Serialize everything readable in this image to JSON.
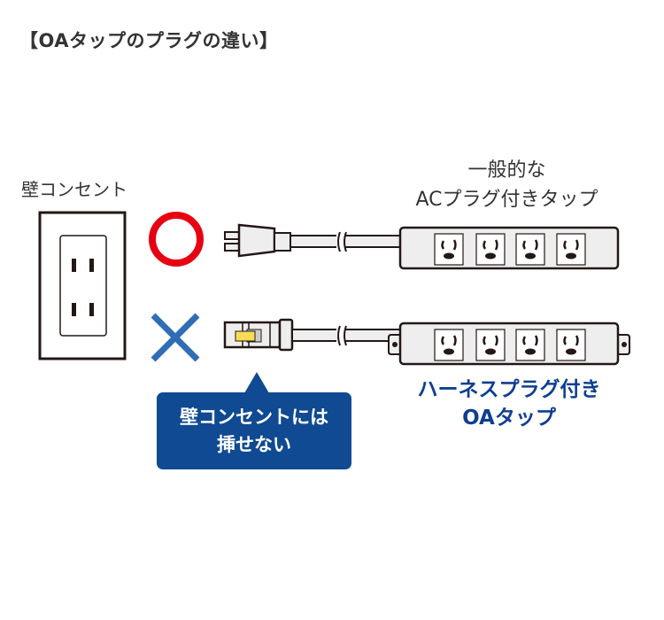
{
  "title": "【OAタップのプラグの違い】",
  "wall_outlet": {
    "label": "壁コンセント"
  },
  "ac_tap": {
    "label_line1": "一般的な",
    "label_line2": "ACプラグ付きタップ",
    "outlets": 4,
    "verdict_icon": "circle-ok-icon"
  },
  "oa_tap": {
    "label_line1": "ハーネスプラグ付き",
    "label_line2": "OAタップ",
    "outlets": 4,
    "verdict_icon": "cross-ng-icon"
  },
  "callout": {
    "line1": "壁コンセントには",
    "line2": "挿せない"
  },
  "colors": {
    "ok": "#e60012",
    "ng": "#2f6db5",
    "callout_bg": "#0f4a92",
    "oa_label": "#0f3f8f",
    "harness_tab": "#f8dc55"
  }
}
